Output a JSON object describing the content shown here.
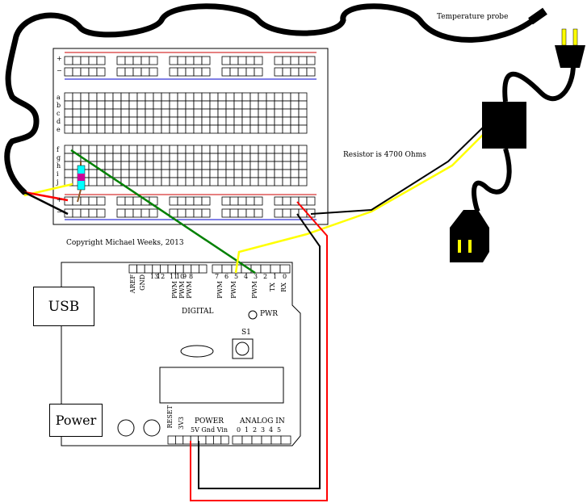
{
  "labels": {
    "probe": "Temperature probe",
    "resistor": "Resistor is 4700 Ohms",
    "copyright": "Copyright Michael Weeks, 2013",
    "usb": "USB",
    "power_jack": "Power",
    "digital": "DIGITAL",
    "pwr": "PWR",
    "s1": "S1",
    "power_header": "POWER",
    "analog_in": "ANALOG IN",
    "aref": "AREF",
    "gnd": "GND",
    "reset": "RESET",
    "v33": "3V3",
    "power_pins": "5V Gnd  Vin",
    "pwm": "PWM",
    "tx": "TX",
    "rx": "RX"
  },
  "breadboard": {
    "rail_plus": "+",
    "rail_minus": "−",
    "row_letters_top": [
      "a",
      "b",
      "c",
      "d",
      "e"
    ],
    "row_letters_bottom": [
      "f",
      "g",
      "h",
      "i",
      "j"
    ]
  },
  "digital_pins_left": [
    "13",
    "12",
    "11",
    "10",
    "9",
    "8"
  ],
  "digital_pins_right": [
    "7",
    "6",
    "5",
    "4",
    "3",
    "2",
    "1",
    "0"
  ],
  "analog_pins": [
    "0",
    "1",
    "2",
    "3",
    "4",
    "5"
  ],
  "colors": {
    "wire_black": "#000000",
    "wire_red": "#ff0000",
    "wire_yellow": "#ffff00",
    "wire_green": "#008000",
    "rail_red": "#cc0000",
    "rail_blue": "#0000cc"
  }
}
